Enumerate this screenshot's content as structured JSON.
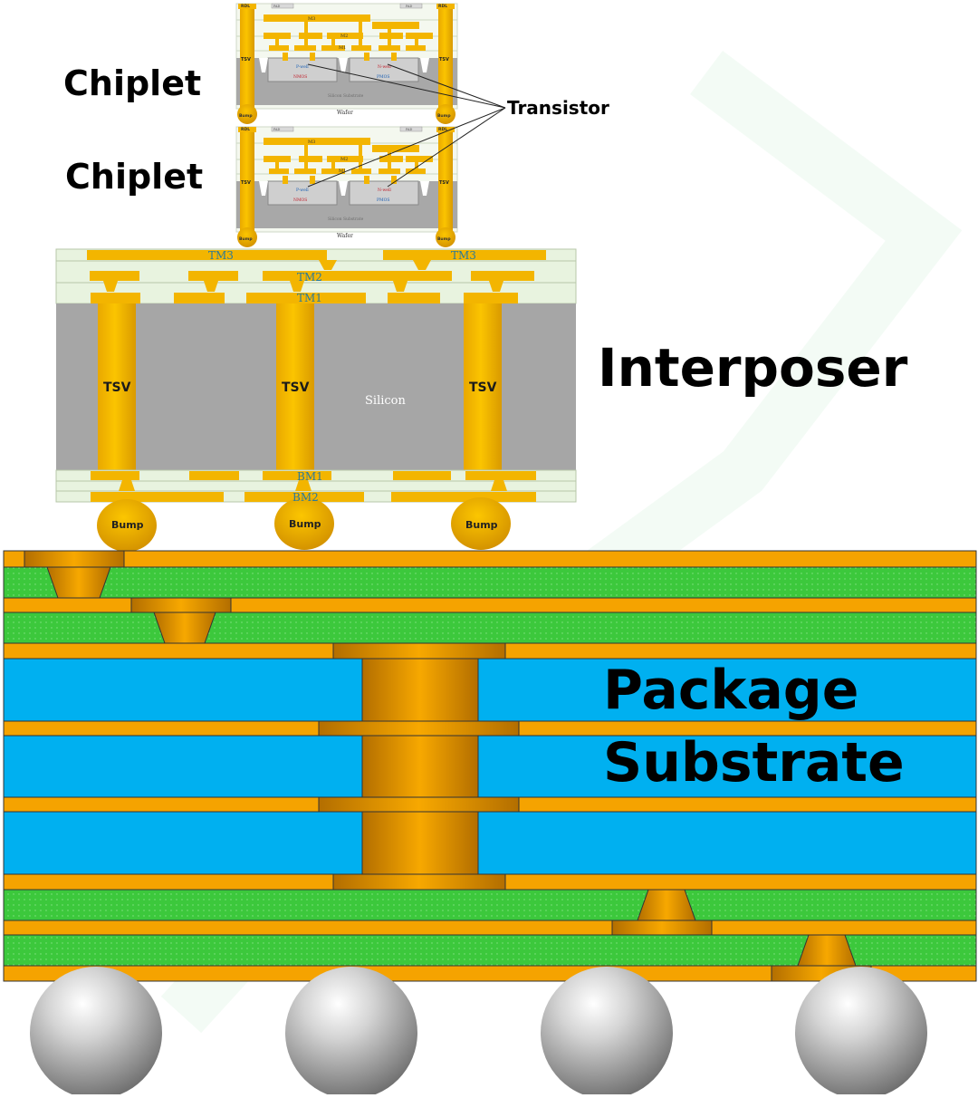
{
  "labels": {
    "chiplet_top": "Chiplet",
    "chiplet_bottom": "Chiplet",
    "transistor": "Transistor",
    "interposer": "Interposer",
    "package_line1": "Package",
    "package_line2": "Substrate"
  },
  "chiplet": {
    "rdl": "RDL",
    "tsv": "TSV",
    "bump": "Bump",
    "wafer": "Wafer",
    "m3": "M3",
    "m2": "M2",
    "m1": "M1",
    "pad": "PAD",
    "nwell": "N-well",
    "pwell": "P-well",
    "nmos": "NMOS",
    "pmos": "PMOS",
    "substrate": "Silicon Substrate"
  },
  "interposer": {
    "tm3_left": "TM3",
    "tm3_right": "TM3",
    "tm2": "TM2",
    "tm1": "TM1",
    "tsv_left": "TSV",
    "tsv_mid": "TSV",
    "tsv_right": "TSV",
    "silicon": "Silicon",
    "bm1": "BM1",
    "bm2": "BM2",
    "bump_left": "Bump",
    "bump_mid": "Bump",
    "bump_right": "Bump"
  },
  "colors": {
    "copper": "#f5a300",
    "copper_dark": "#c77f00",
    "gold": "#f3b500",
    "silicon": "#a6a6a6",
    "dielectric": "#e8f3df",
    "core_blue": "#00b0f0",
    "prepreg_green": "#3cc83c",
    "solder_gray": "#bfbfbf"
  }
}
